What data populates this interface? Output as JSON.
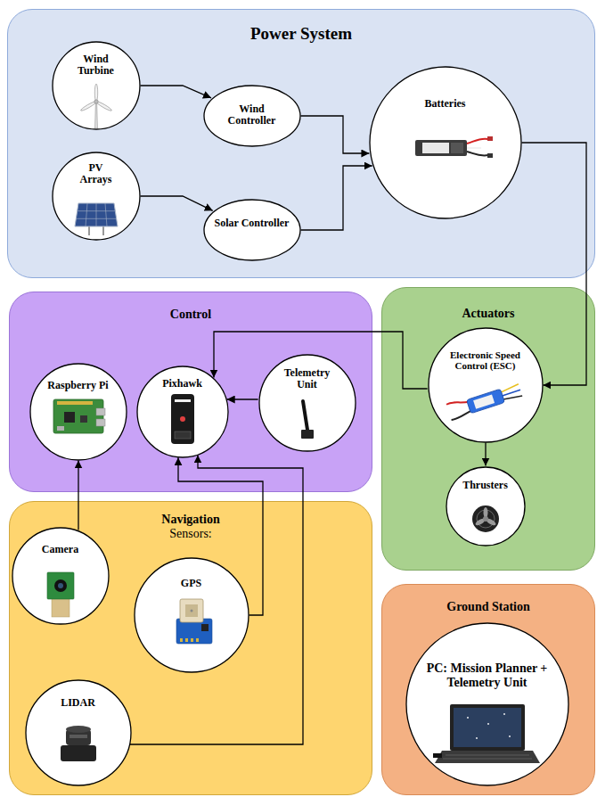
{
  "diagram": {
    "nodes": [
      {
        "text": [
          "Power System"
        ]
      },
      {
        "text": [
          "Wind Turbine"
        ],
        "in": 0
      },
      {
        "text": [
          "PV Arrays"
        ],
        "in": 0
      },
      {
        "text": [
          "Wind Controller"
        ],
        "in": 0
      },
      {
        "text": [
          "Solar Controller"
        ],
        "in": 0
      },
      {
        "text": [
          "Batteries"
        ],
        "in": 0
      },
      {
        "text": [
          "Control"
        ]
      },
      {
        "text": [
          "Raspberry Pi"
        ],
        "in": 6
      },
      {
        "text": [
          "Pixhawk"
        ],
        "in": 6
      },
      {
        "text": [
          "Telemetry Unit"
        ],
        "in": 6
      },
      {
        "text": [
          "Actuators"
        ]
      },
      {
        "text": [
          "Electronic Speed Control (ESC)"
        ],
        "in": 10
      },
      {
        "text": [
          "Thrusters"
        ],
        "in": 10
      },
      {
        "text": [
          "Navigation",
          "Sensors:"
        ]
      },
      {
        "text": [
          "Camera"
        ],
        "in": 13
      },
      {
        "text": [
          "GPS"
        ],
        "in": 13
      },
      {
        "text": [
          "LIDAR"
        ],
        "in": 13
      },
      {
        "text": [
          "Ground Station"
        ]
      },
      {
        "text": [
          "PC: Mission Planner + Telemetry Unit"
        ],
        "in": 17
      }
    ],
    "edges": [
      {
        "from": 1,
        "to": 3,
        "arrow": "to"
      },
      {
        "from": 2,
        "to": 4,
        "arrow": "to"
      },
      {
        "from": 3,
        "to": 5,
        "arrow": "to"
      },
      {
        "from": 4,
        "to": 5,
        "arrow": "to"
      },
      {
        "from": 5,
        "to": 11,
        "arrow": "to"
      },
      {
        "from": 11,
        "to": 8,
        "arrow": "to"
      },
      {
        "from": 9,
        "to": 8,
        "arrow": "to"
      },
      {
        "from": 11,
        "to": 12,
        "arrow": "to"
      },
      {
        "from": 14,
        "to": 7,
        "arrow": "to"
      },
      {
        "from": 15,
        "to": 8,
        "arrow": "to"
      },
      {
        "from": 16,
        "to": 8,
        "arrow": "to"
      }
    ]
  }
}
